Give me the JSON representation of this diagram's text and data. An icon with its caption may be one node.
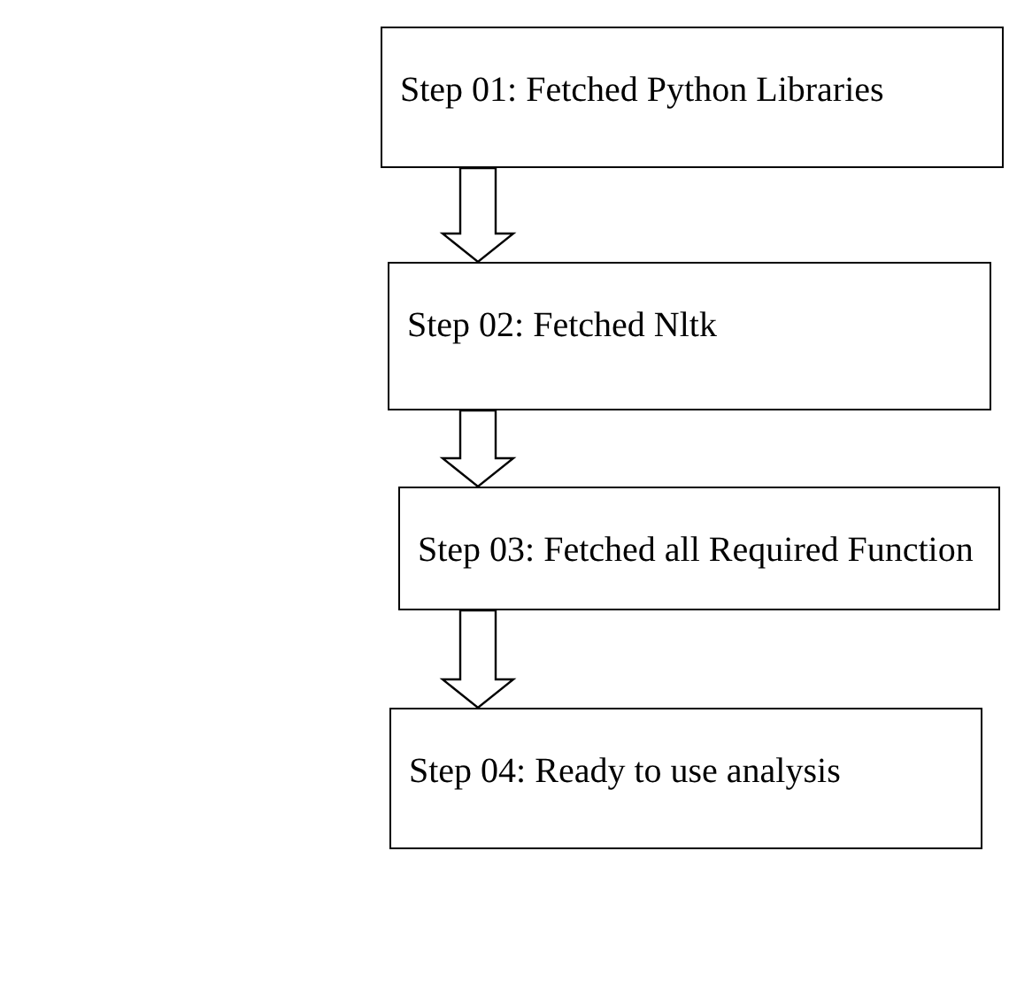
{
  "diagram": {
    "nodes": [
      {
        "text": [
          "Step 01: Fetched Python Libraries"
        ]
      },
      {
        "text": [
          "Step 02: Fetched Nltk"
        ]
      },
      {
        "text": [
          "Step 03: Fetched all Required Function"
        ]
      },
      {
        "text": [
          "Step 04: Ready to use analysis"
        ]
      }
    ],
    "edges": [
      {
        "from": 0,
        "to": 1,
        "arrow": "to"
      },
      {
        "from": 1,
        "to": 2,
        "arrow": "to"
      },
      {
        "from": 2,
        "to": 3,
        "arrow": "to"
      }
    ]
  }
}
